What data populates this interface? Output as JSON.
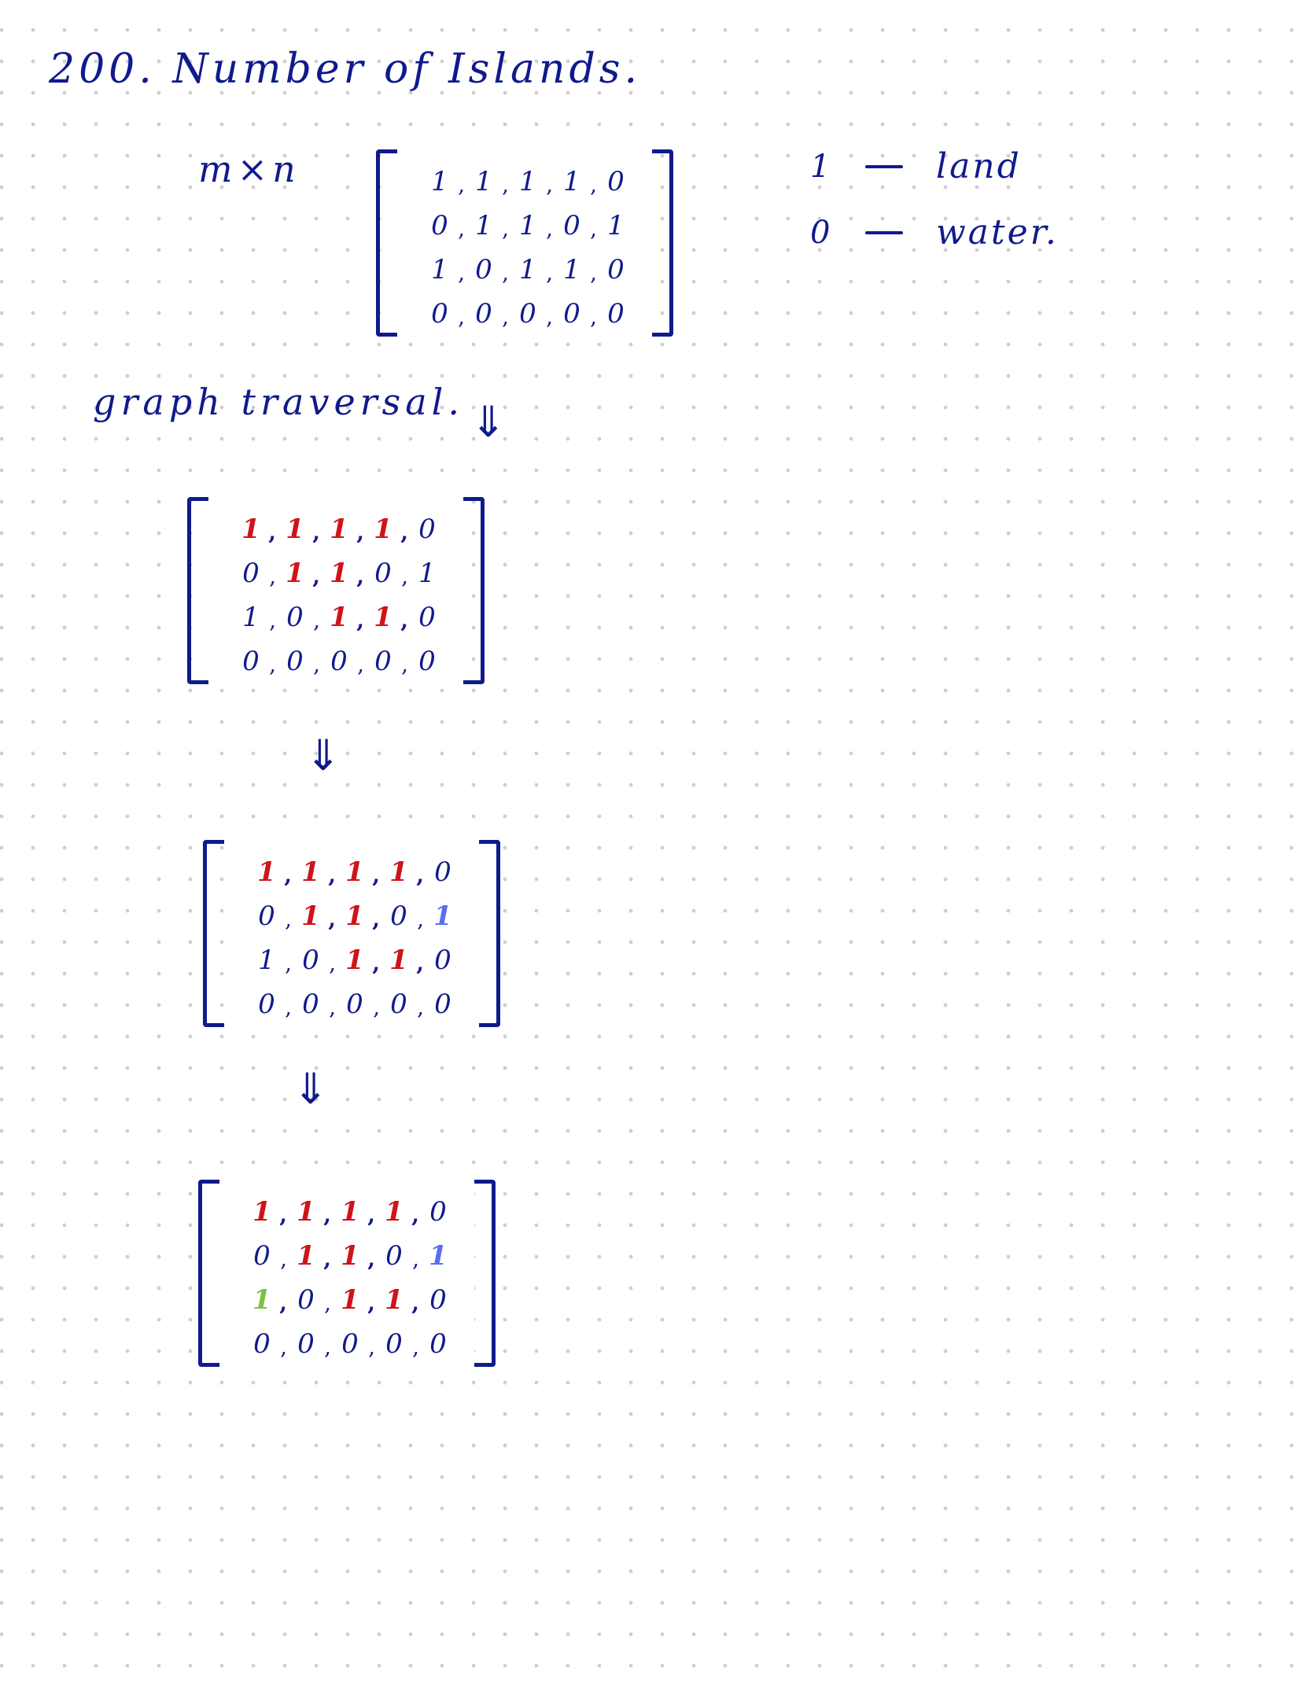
{
  "title": "200. Number of Islands.",
  "dimensions": "m×n",
  "legend": [
    {
      "symbol": "1",
      "meaning": "land"
    },
    {
      "symbol": "0",
      "meaning": "water."
    }
  ],
  "subtitle": "graph traversal.",
  "arrow_glyph": "⇓",
  "colors": {
    "ink": "#0f1a8c",
    "island_1": "#d0131b",
    "island_2": "#5a6ef0",
    "island_3": "#7cc241",
    "dot_grid": "#cfcfcf"
  },
  "matrices": [
    {
      "rows": [
        [
          "1",
          "1",
          "1",
          "1",
          "0"
        ],
        [
          "0",
          "1",
          "1",
          "0",
          "1"
        ],
        [
          "1",
          "0",
          "1",
          "1",
          "0"
        ],
        [
          "0",
          "0",
          "0",
          "0",
          "0"
        ]
      ],
      "colors": [
        [
          "ink",
          "ink",
          "ink",
          "ink",
          "ink"
        ],
        [
          "ink",
          "ink",
          "ink",
          "ink",
          "ink"
        ],
        [
          "ink",
          "ink",
          "ink",
          "ink",
          "ink"
        ],
        [
          "ink",
          "ink",
          "ink",
          "ink",
          "ink"
        ]
      ]
    },
    {
      "rows": [
        [
          "1",
          "1",
          "1",
          "1",
          "0"
        ],
        [
          "0",
          "1",
          "1",
          "0",
          "1"
        ],
        [
          "1",
          "0",
          "1",
          "1",
          "0"
        ],
        [
          "0",
          "0",
          "0",
          "0",
          "0"
        ]
      ],
      "colors": [
        [
          "red",
          "red",
          "red",
          "red",
          "ink"
        ],
        [
          "ink",
          "red",
          "red",
          "ink",
          "ink"
        ],
        [
          "ink",
          "ink",
          "red",
          "red",
          "ink"
        ],
        [
          "ink",
          "ink",
          "ink",
          "ink",
          "ink"
        ]
      ]
    },
    {
      "rows": [
        [
          "1",
          "1",
          "1",
          "1",
          "0"
        ],
        [
          "0",
          "1",
          "1",
          "0",
          "1"
        ],
        [
          "1",
          "0",
          "1",
          "1",
          "0"
        ],
        [
          "0",
          "0",
          "0",
          "0",
          "0"
        ]
      ],
      "colors": [
        [
          "red",
          "red",
          "red",
          "red",
          "ink"
        ],
        [
          "ink",
          "red",
          "red",
          "ink",
          "blue"
        ],
        [
          "ink",
          "ink",
          "red",
          "red",
          "ink"
        ],
        [
          "ink",
          "ink",
          "ink",
          "ink",
          "ink"
        ]
      ]
    },
    {
      "rows": [
        [
          "1",
          "1",
          "1",
          "1",
          "0"
        ],
        [
          "0",
          "1",
          "1",
          "0",
          "1"
        ],
        [
          "1",
          "0",
          "1",
          "1",
          "0"
        ],
        [
          "0",
          "0",
          "0",
          "0",
          "0"
        ]
      ],
      "colors": [
        [
          "red",
          "red",
          "red",
          "red",
          "ink"
        ],
        [
          "ink",
          "red",
          "red",
          "ink",
          "blue"
        ],
        [
          "green",
          "ink",
          "red",
          "red",
          "ink"
        ],
        [
          "ink",
          "ink",
          "ink",
          "ink",
          "ink"
        ]
      ]
    }
  ]
}
